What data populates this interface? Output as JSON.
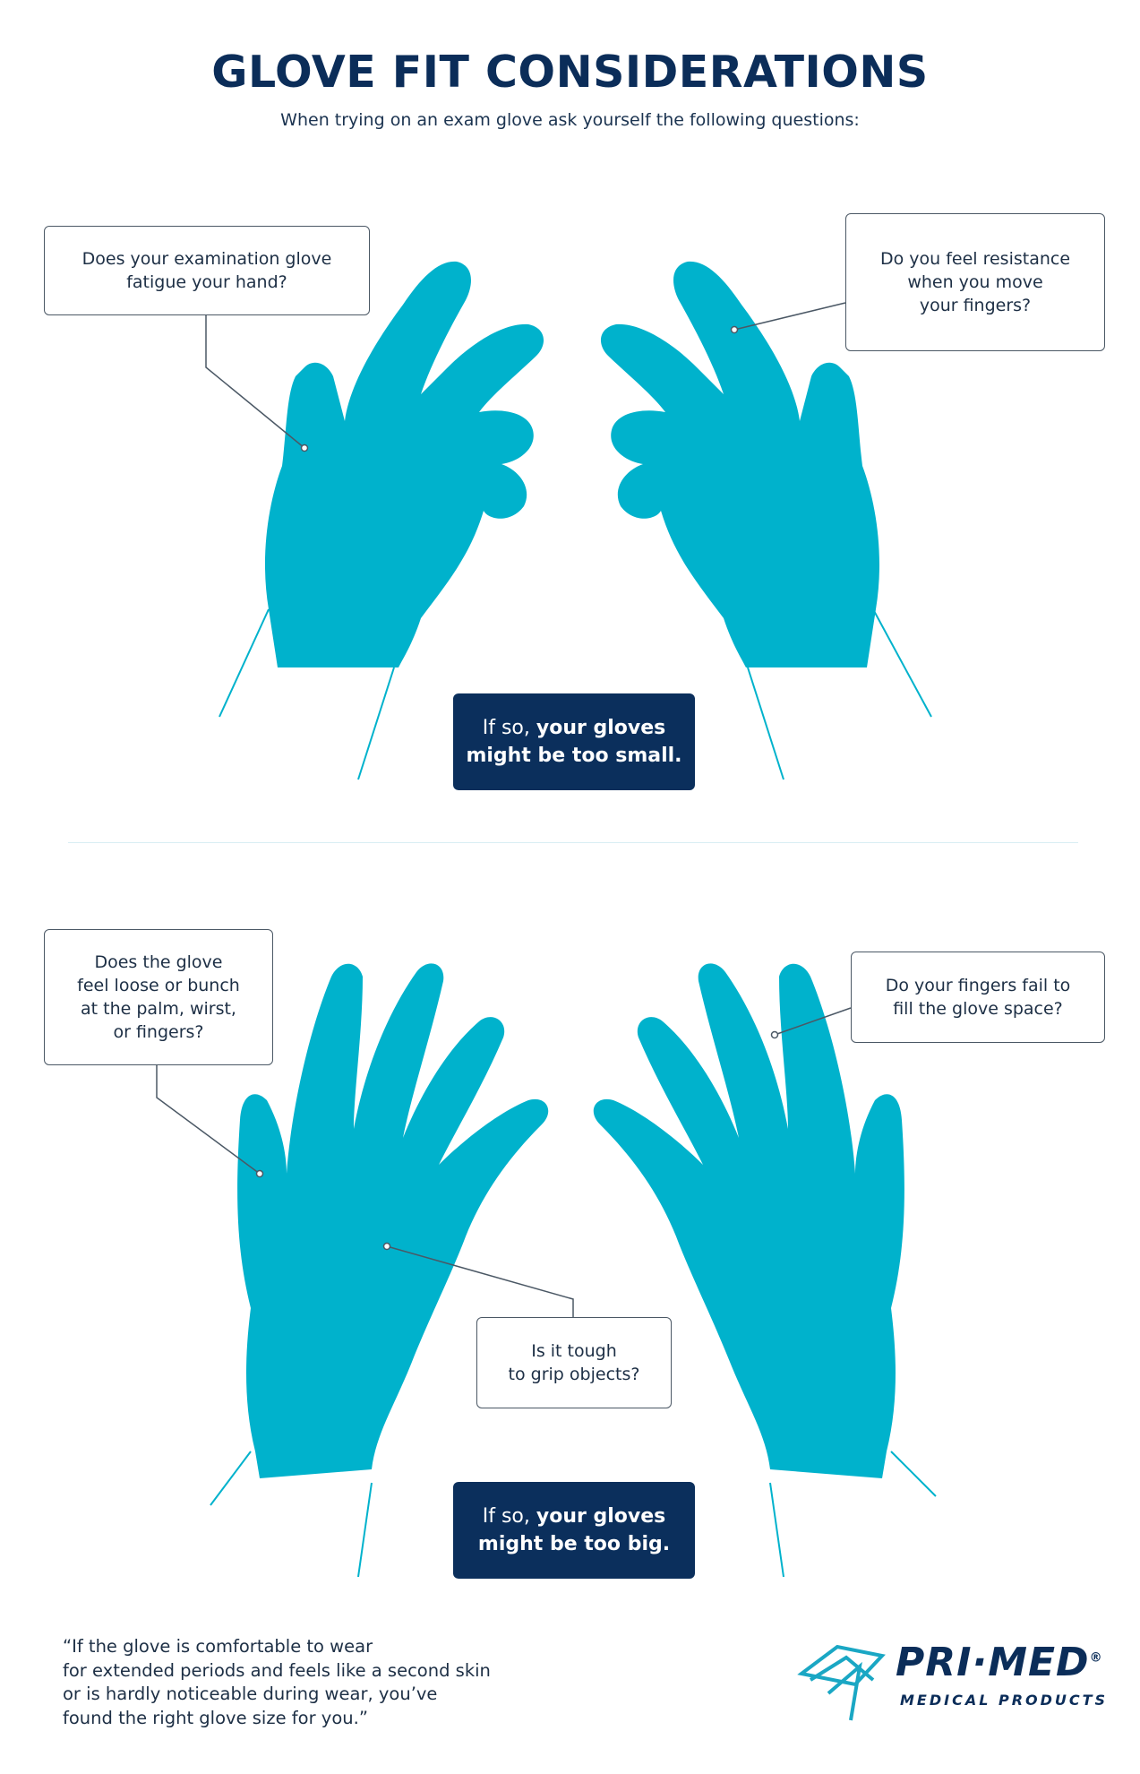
{
  "header": {
    "title": "GLOVE FIT CONSIDERATIONS",
    "subtitle": "When trying on an exam glove ask yourself the following questions:"
  },
  "too_small": {
    "callouts": [
      {
        "text": "Does your examination glove\nfatigue your hand?"
      },
      {
        "text": "Do you feel resistance\nwhen you move\nyour fingers?"
      }
    ],
    "verdict_prefix": "If so, ",
    "verdict_bold_1": "your gloves",
    "verdict_bold_2": "might be too small."
  },
  "too_big": {
    "callouts": [
      {
        "text": "Does the glove\nfeel loose or bunch\nat the palm, wirst,\nor fingers?"
      },
      {
        "text": "Do your fingers fail to\nfill the glove space?"
      },
      {
        "text": "Is it tough\nto grip objects?"
      }
    ],
    "verdict_prefix": "If so, ",
    "verdict_bold_1": "your gloves",
    "verdict_bold_2": "might be too big."
  },
  "footer": {
    "quote": "“If the glove is comfortable to wear\n for extended periods and feels like a second skin\n or is hardly noticeable during wear, you’ve\n found the right glove size for you.”",
    "brand": "PRI·MED",
    "brand_mark": "®",
    "brand_tagline": "MEDICAL PRODUCTS"
  },
  "colors": {
    "glove": "#00b2cc",
    "navy": "#0b2d59",
    "line": "#4b5865"
  }
}
